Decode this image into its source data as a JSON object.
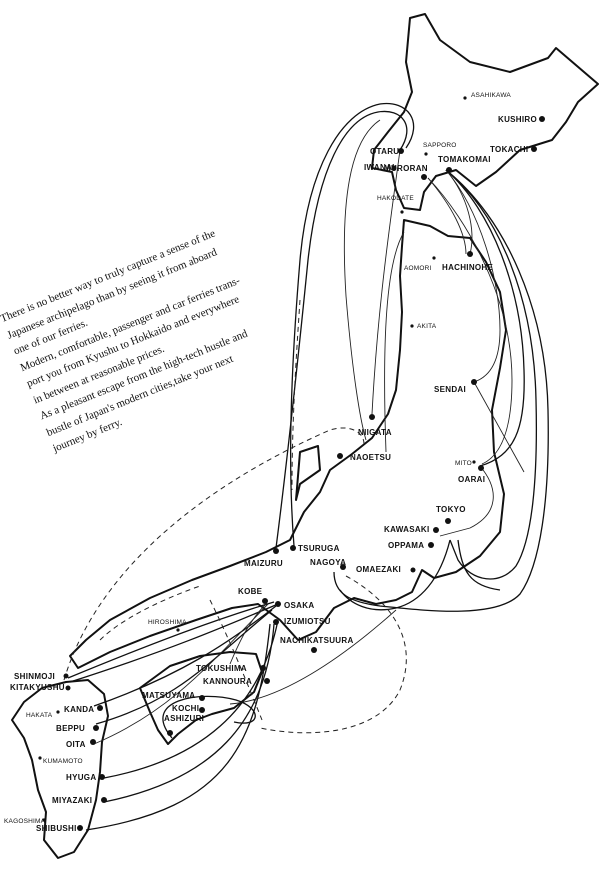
{
  "intro": {
    "lines": [
      "There is no better way to truly capture a sense of the",
      "Japanese archipelago than by seeing it from aboard",
      "one of our ferries.",
      "Modern, comfortable, passenger and car ferries trans-",
      "port you from Kyushu to Hokkaido and everywhere",
      "in between at reasonable prices.",
      "As a pleasant escape from the high-tech hustle and",
      "bustle of Japan's modern cities,take your next",
      "journey by  ferry."
    ]
  },
  "ports": {
    "kushiro": "KUSHIRO",
    "tokachi": "TOKACHI",
    "otaru": "OTARU",
    "iwanai": "IWANAI",
    "muroran": "MURORAN",
    "tomakomai": "TOMAKOMAI",
    "hachinohe": "HACHINOHE",
    "sendai": "SENDAI",
    "niigata": "NIIGATA",
    "naoetsu": "NAOETSU",
    "oarai": "OARAI",
    "tokyo": "TOKYO",
    "kawasaki": "KAWASAKI",
    "oppama": "OPPAMA",
    "omaezaki": "OMAEZAKI",
    "nagoya": "NAGOYA",
    "tsuruga": "TSURUGA",
    "maizuru": "MAIZURU",
    "kobe": "KOBE",
    "osaka": "OSAKA",
    "izumiotsu": "IZUMIOTSU",
    "nachikatsuura": "NACHIKATSUURA",
    "tokushima": "TOKUSHIMA",
    "kannoura": "KANNOURA",
    "matsuyama": "MATSUYAMA",
    "kochi": "KOCHI",
    "ashizuri": "ASHIZURI",
    "shinmoji": "SHINMOJI",
    "kitakyushu": "KITAKYUSHU",
    "kanda": "KANDA",
    "beppu": "BEPPU",
    "oita": "OITA",
    "hyuga": "HYUGA",
    "miyazaki": "MIYAZAKI",
    "shibushi": "SHIBUSHI"
  },
  "cities": {
    "asahikawa": "ASAHIKAWA",
    "sapporo": "SAPPORO",
    "hakodate": "HAKODATE",
    "aomori": "AOMORI",
    "akita": "AKITA",
    "mito": "MITO",
    "hiroshima": "HIROSHIMA",
    "hakata": "HAKATA",
    "kumamoto": "KUMAMOTO",
    "kagoshima": "KAGOSHIMA"
  }
}
